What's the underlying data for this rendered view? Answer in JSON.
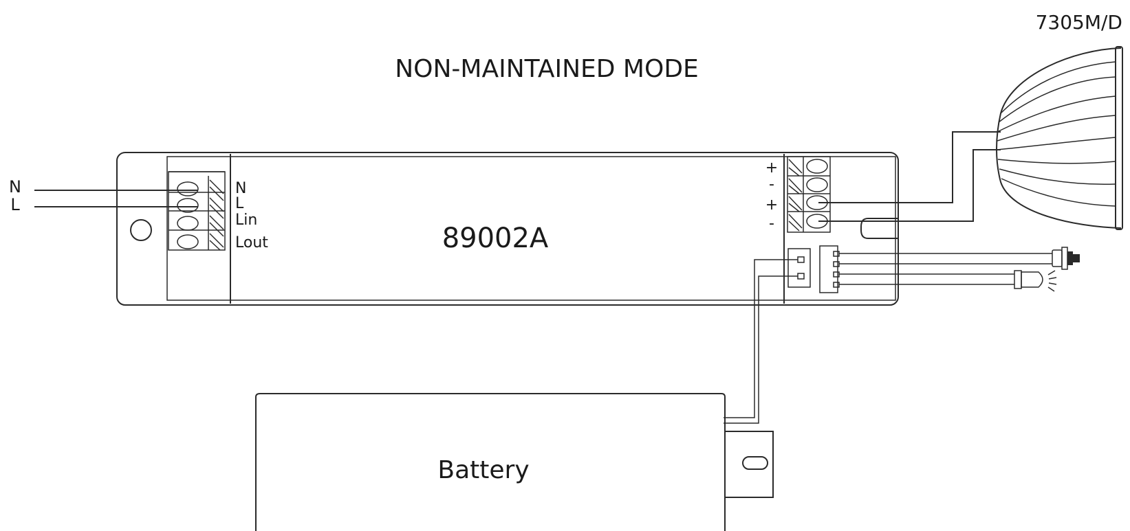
{
  "diagram": {
    "title": "NON-MAINTAINED MODE",
    "fixture_model": "7305M/D",
    "module_model": "89002A",
    "battery_label": "Battery",
    "mains_inputs": [
      "N",
      "L"
    ],
    "input_terminals": [
      "N",
      "L",
      "Lin",
      "Lout"
    ],
    "output_polarity": [
      "+",
      "-",
      "+",
      "-"
    ]
  }
}
